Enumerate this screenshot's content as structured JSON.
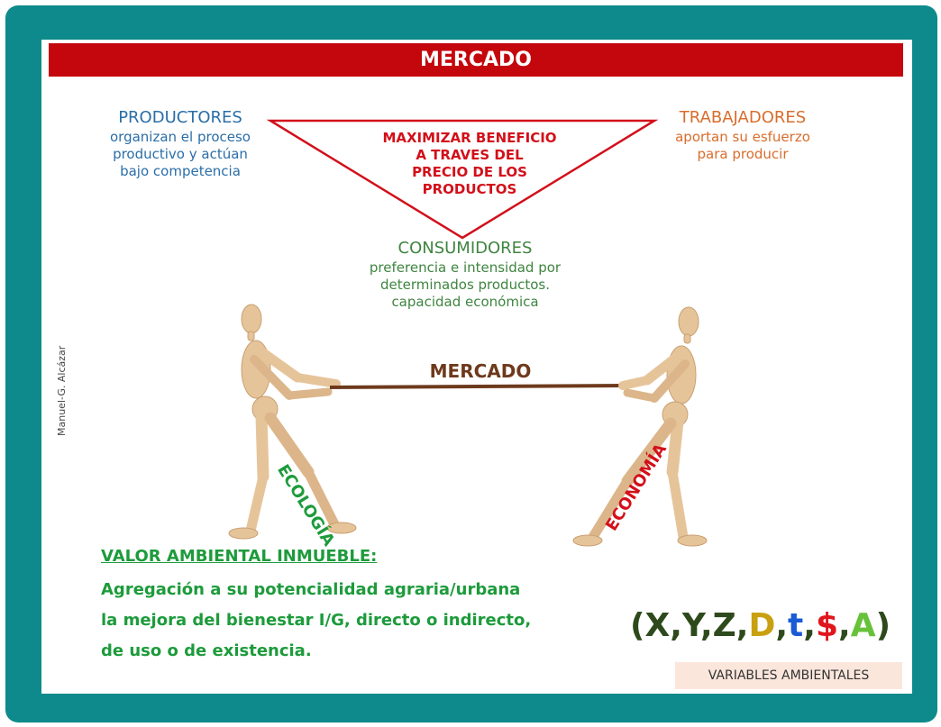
{
  "header": {
    "title": "MERCADO"
  },
  "producers": {
    "title": "PRODUCTORES",
    "lines": [
      "organizan el proceso",
      "productivo y actúan",
      "bajo competencia"
    ]
  },
  "workers": {
    "title": "TRABAJADORES",
    "lines": [
      "aportan su esfuerzo",
      "para producir"
    ]
  },
  "goal": {
    "lines": [
      "MAXIMIZAR BENEFICIO",
      "A TRAVES DEL",
      "PRECIO DE LOS",
      "PRODUCTOS"
    ]
  },
  "consumers": {
    "title": "CONSUMIDORES",
    "lines": [
      "preferencia e intensidad por",
      "determinados productos.",
      "capacidad económica"
    ]
  },
  "tug": {
    "rope_label": "MERCADO",
    "left_label": "ECOLOGÍA",
    "right_label": "ECONOMÍA"
  },
  "author": "Manuel-G. Alcázar",
  "valor": {
    "heading": "VALOR AMBIENTAL INMUEBLE:",
    "lines": [
      "Agregación a su potencialidad agraria/urbana",
      "la mejora del bienestar I/G, directo o indirecto,",
      "de uso o de existencia."
    ]
  },
  "variables": {
    "parts": [
      {
        "text": "(X,Y,Z,",
        "color": "#2e4a1c"
      },
      {
        "text": "D",
        "color": "#c9a010"
      },
      {
        "text": ",",
        "color": "#2e4a1c"
      },
      {
        "text": "t",
        "color": "#1a5bd6"
      },
      {
        "text": ",",
        "color": "#2e4a1c"
      },
      {
        "text": "$",
        "color": "#e0161c"
      },
      {
        "text": ",",
        "color": "#2e4a1c"
      },
      {
        "text": "A",
        "color": "#67c23a"
      },
      {
        "text": ")",
        "color": "#2e4a1c"
      }
    ],
    "label": "VARIABLES AMBIENTALES"
  },
  "colors": {
    "teal": "#0e8a8c",
    "header_red": "#c4070d",
    "triangle": "#d2101a",
    "rope": "#6e3a1c"
  }
}
